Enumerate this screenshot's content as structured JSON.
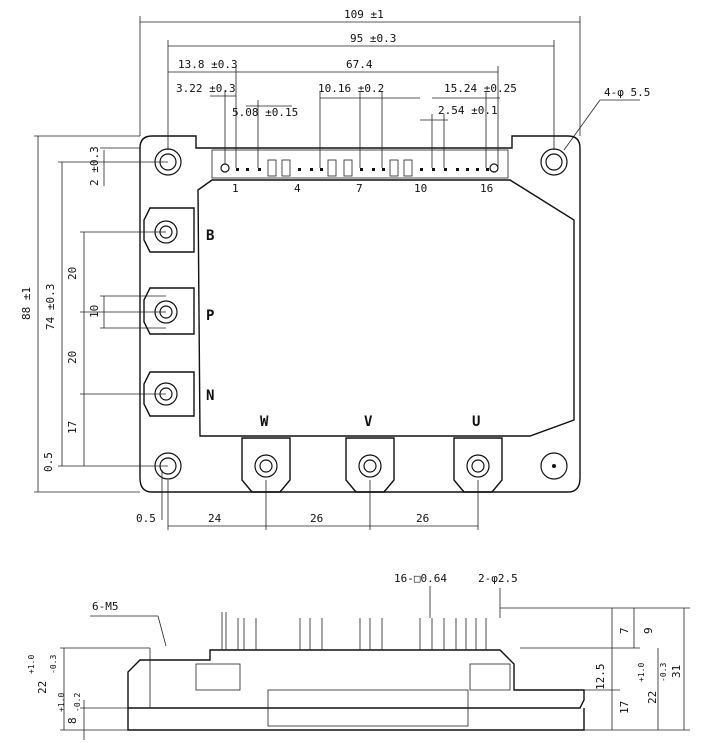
{
  "top_view": {
    "overall_width": "109 ±1",
    "hole_pitch": "95 ±0.3",
    "pin_block_width": "67.4",
    "hole_to_pin1": "13.8 ±0.3",
    "pin1_offset": "3.22 ±0.3",
    "pitch_5_08": "5.08 ±0.15",
    "pitch_10_16": "10.16 ±0.2",
    "pitch_15_24": "15.24 ±0.25",
    "pitch_2_54": "2.54 ±0.1",
    "mount_holes": "4-φ 5.5",
    "overall_height": "88 ±1",
    "hole_pitch_vertical": "74 ±0.3",
    "top_offset": "2 ±0.3",
    "left_20_top": "20",
    "left_10": "10",
    "left_20_bottom": "20",
    "left_17": "17",
    "left_0_5": "0.5",
    "bottom_0_5": "0.5",
    "bottom_24": "24",
    "bottom_26_a": "26",
    "bottom_26_b": "26",
    "pin_numbers": [
      "1",
      "4",
      "7",
      "10",
      "16"
    ],
    "terminals_left": [
      "B",
      "P",
      "N"
    ],
    "terminals_bottom": [
      "W",
      "V",
      "U"
    ]
  },
  "side_view": {
    "thread": "6-M5",
    "pin_size": "16-□0.64",
    "pins_small": "2-φ2.5",
    "left_22": "22",
    "left_22_tol_top": "+1.0",
    "left_22_tol_bottom": "-0.3",
    "left_8": "8",
    "left_8_tol_top": "+1.0",
    "left_8_tol_bottom": "-0.2",
    "right_7": "7",
    "right_9": "9",
    "right_12_5": "12.5",
    "right_17": "17",
    "right_22": "22",
    "right_22_tol_top": "+1.0",
    "right_22_tol_bottom": "-0.3",
    "right_31": "31"
  }
}
